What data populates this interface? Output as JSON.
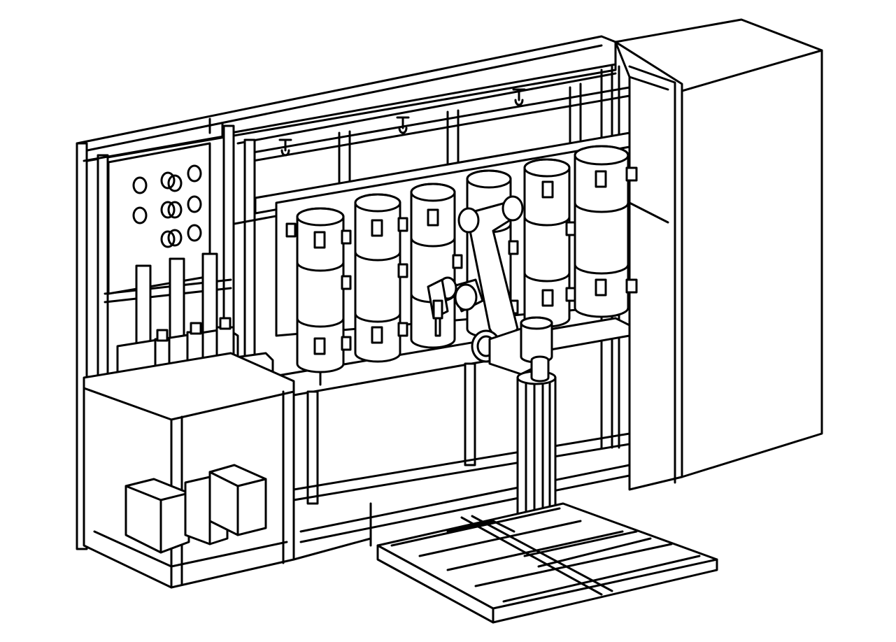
{
  "figure": {
    "kind": "line-art illustration",
    "stroke_color": "#000000",
    "background_color": "#ffffff",
    "components": [
      "frame-rack",
      "cabinet",
      "control-panel",
      "column-shelf",
      "bottom-shelf-boxes",
      "cylindrical-vessels",
      "ceiling-hooks",
      "robot-arm",
      "robot-pedestal",
      "floor-base-frame"
    ],
    "vessel_count": 6,
    "hook_count": 3,
    "panel_port_count": 11
  }
}
